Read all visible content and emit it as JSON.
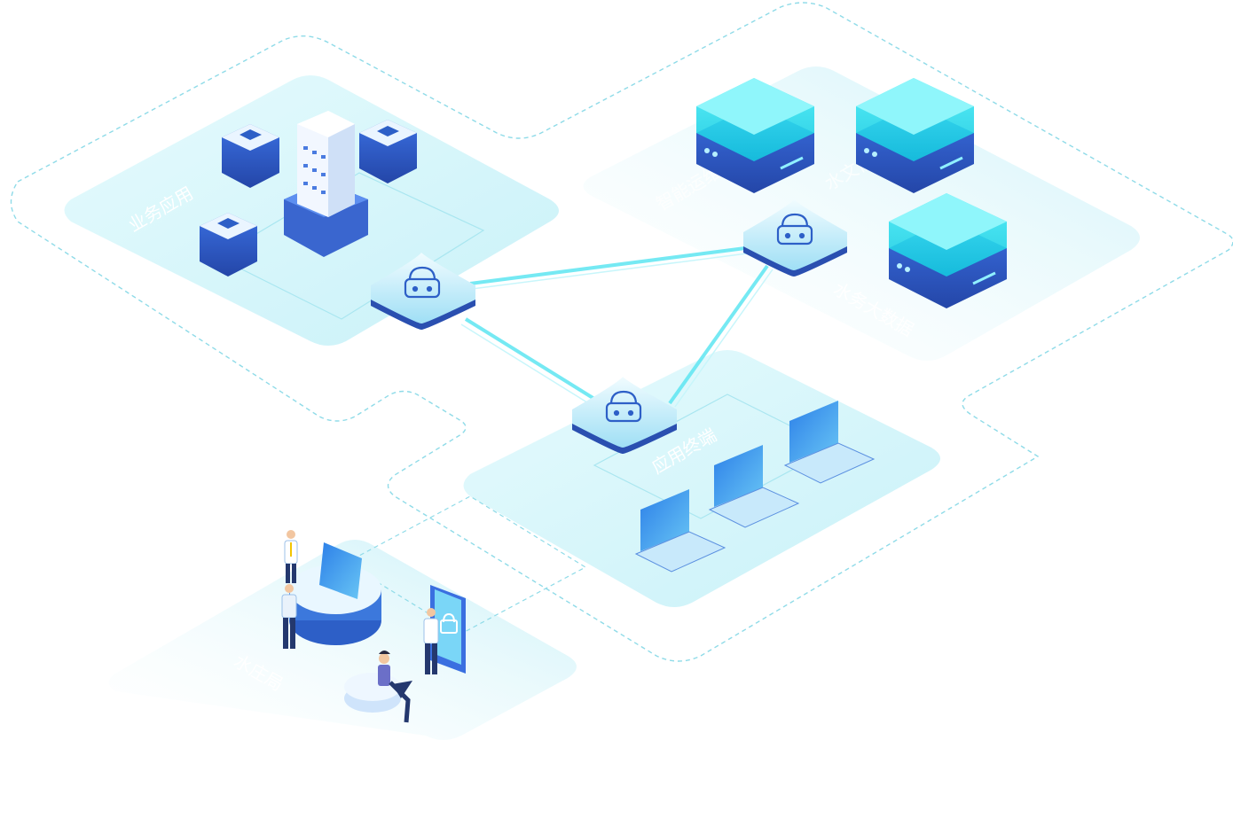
{
  "diagram": {
    "zones": {
      "business_apps": {
        "label": "业务应用"
      },
      "smart_ops": {
        "label": "智能运维"
      },
      "water_info": {
        "label": "水文信息"
      },
      "water_bigdata": {
        "label": "水务大数据"
      },
      "app_terminal": {
        "label": "应用终端"
      },
      "water_office": {
        "label": "水庄局"
      }
    },
    "nodes": [
      {
        "id": "gateway-a",
        "kind": "security-gateway"
      },
      {
        "id": "gateway-b",
        "kind": "security-gateway"
      },
      {
        "id": "gateway-c",
        "kind": "security-gateway"
      }
    ],
    "links": [
      {
        "from": "gateway-a",
        "to": "gateway-b"
      },
      {
        "from": "gateway-a",
        "to": "gateway-c"
      },
      {
        "from": "gateway-b",
        "to": "gateway-c"
      }
    ],
    "colors": {
      "platform": "#d9f6fb",
      "accent": "#16d3e6",
      "device_dark": "#2f5fc4",
      "device_light": "#4a8ef0",
      "line": "#5ee6f2",
      "dashed": "#8fdbe8"
    }
  }
}
